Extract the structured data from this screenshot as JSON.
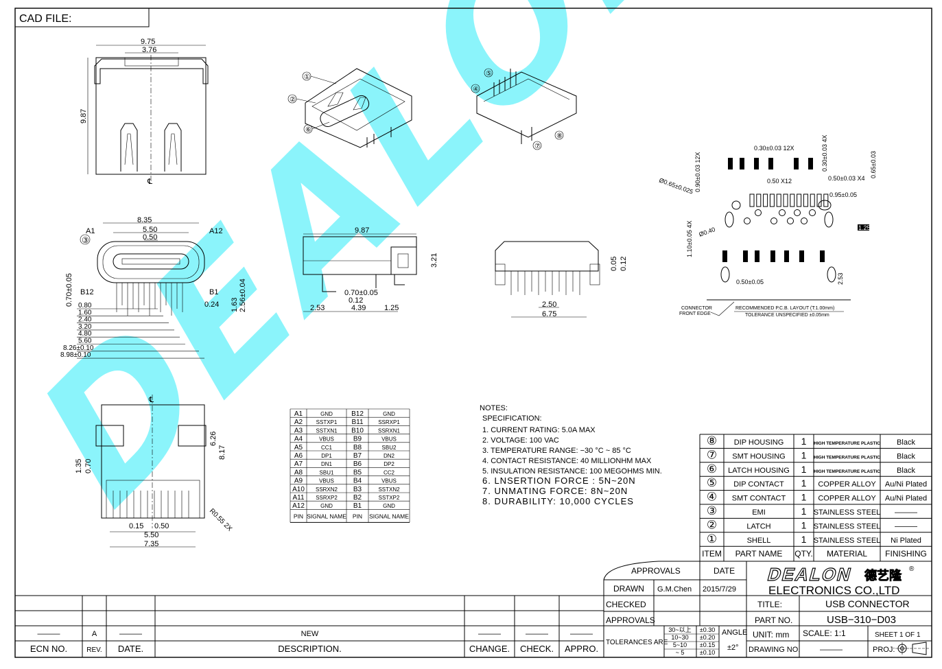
{
  "cad_file_label": "CAD FILE:",
  "watermark": {
    "text": "DEALON",
    "color": "#00e8f8"
  },
  "top_view": {
    "dims": [
      "9.75",
      "3.76",
      "9.87",
      "℄"
    ]
  },
  "iso_view_1": {
    "callouts": [
      "①",
      "②",
      "⑥"
    ]
  },
  "iso_view_2": {
    "callouts": [
      "⑤",
      "④",
      "⑦",
      "⑧"
    ]
  },
  "front_view": {
    "dims": [
      "8.35",
      "A1",
      "A12",
      "5.50",
      "0.50",
      "③",
      "B12",
      "B1",
      "0.70±0.05",
      "0.24",
      "1.63",
      "2.56±0.04"
    ],
    "stacked_dims": [
      "0.80",
      "1.60",
      "2.40",
      "3.20",
      "4.80",
      "5.60",
      "8.26±0.10",
      "8.98±0.10"
    ]
  },
  "side_view": {
    "dims": [
      "9.87",
      "3.21",
      "0.70±0.05",
      "0.12",
      "2.53",
      "4.39",
      "1.25"
    ]
  },
  "rear_view": {
    "dims": [
      "0.05",
      "0.12",
      "2.50",
      "6.75"
    ]
  },
  "bottom_view": {
    "dims": [
      "℄",
      "6.26",
      "8.17",
      "1.35",
      "0.70",
      "0.15",
      "0.50",
      "5.50",
      "7.35",
      "R0.55 2X"
    ]
  },
  "pcb_layout": {
    "dims": [
      "0.30±0.03 12X",
      "0.90±0.03 12X",
      "0.30±0.03 4X",
      "0.65±0.03",
      "0.50±0.03 X4",
      "0.95±0.05",
      "Ø0.65±0.025",
      "Ø0.40",
      "1.10±0.05 4X",
      "0.50±0.05",
      "2.53",
      "0.50 X12",
      "1.25"
    ],
    "connector_edge": [
      "CONNECTOR",
      "FRONT EDGE"
    ],
    "caption": "RECOMMENDED   P.C.B.  LAYOUT  (T:1.00mm)",
    "tolerance": "TOLERANCE  UNSPECIFIED  ±0.05mm"
  },
  "pin_table": {
    "rows": [
      [
        "A1",
        "GND",
        "B12",
        "GND"
      ],
      [
        "A2",
        "SSTXP1",
        "B11",
        "SSRXP1"
      ],
      [
        "A3",
        "SSTXN1",
        "B10",
        "SSRXN1"
      ],
      [
        "A4",
        "VBUS",
        "B9",
        "VBUS"
      ],
      [
        "A5",
        "CC1",
        "B8",
        "SBU2"
      ],
      [
        "A6",
        "DP1",
        "B7",
        "DN2"
      ],
      [
        "A7",
        "DN1",
        "B6",
        "DP2"
      ],
      [
        "A8",
        "SBU1",
        "B5",
        "CC2"
      ],
      [
        "A9",
        "VBUS",
        "B4",
        "VBUS"
      ],
      [
        "A10",
        "SSRXN2",
        "B3",
        "SSTXN2"
      ],
      [
        "A11",
        "SSRXP2",
        "B2",
        "SSTXP2"
      ],
      [
        "A12",
        "GND",
        "B1",
        "GND"
      ]
    ],
    "header": [
      "PIN",
      "SIGNAL NAME",
      "PIN",
      "SIGNAL NAME"
    ]
  },
  "notes": {
    "title": "NOTES:",
    "subtitle": "SPECIFICATION:",
    "items": [
      "1. CURRENT RATING: 5.0A MAX",
      "2. VOLTAGE: 100 VAC",
      "3. TEMPERATURE RANGE: −30 °C ~ 85 °C",
      "4. CONTACT RESISTANCE: 40 MILLIONHM MAX",
      "5. INSULATION RESISTANCE: 100 MEGOHMS MIN.",
      "6. LNSERTION FORCE : 5N~20N",
      "7. UNMATING FORCE: 8N~20N",
      "8. DURABILITY:   10,000 CYCLES"
    ]
  },
  "bom": {
    "rows": [
      [
        "⑧",
        "DIP HOUSING",
        "1",
        "HIGH TEMPERATURE PLASTIC",
        "Black"
      ],
      [
        "⑦",
        "SMT HOUSING",
        "1",
        "HIGH TEMPERATURE PLASTIC",
        "Black"
      ],
      [
        "⑥",
        "LATCH HOUSING",
        "1",
        "HIGH TEMPERATURE PLASTIC",
        "Black"
      ],
      [
        "⑤",
        "DIP CONTACT",
        "1",
        "COPPER ALLOY",
        "Au/Ni Plated"
      ],
      [
        "④",
        "SMT CONTACT",
        "1",
        "COPPER ALLOY",
        "Au/Ni Plated"
      ],
      [
        "③",
        "EMI",
        "1",
        "STAINLESS STEEL",
        "———"
      ],
      [
        "②",
        "LATCH",
        "1",
        "STAINLESS STEEL",
        "———"
      ],
      [
        "①",
        "SHELL",
        "1",
        "STAINLESS STEEL",
        "Ni Plated"
      ]
    ],
    "header": [
      "ITEM",
      "PART NAME",
      "QTY.",
      "MATERIAL",
      "FINISHING"
    ]
  },
  "title_block": {
    "approvals_header": "APPROVALS",
    "date_header": "DATE",
    "drawn_label": "DRAWN",
    "drawn_by": "G.M.Chen",
    "drawn_date": "2015/7/29",
    "checked_label": "CHECKED",
    "approvals_label": "APPROVALS",
    "company_logo": "DEALON德艺隆®",
    "company_name": "ELECTRONICS  CO.,LTD",
    "title_label": "TITLE:",
    "title_value": "USB  CONNECTOR",
    "part_no_label": "PART  NO.",
    "part_no_value": "USB−310−D03",
    "tolerances_label": "TOLERANCES ARE",
    "tolerance_ranges": [
      "30~以上",
      "10~30",
      "5~10",
      "~ 5"
    ],
    "tolerance_values": [
      "±0.30",
      "±0.20",
      "±0.15",
      "±0.10"
    ],
    "angle_label": "ANGLE",
    "angle_value": "±2°",
    "unit": "UNIT:  mm",
    "scale": "SCALE:   1:1",
    "sheet": "SHEET   1  OF  1",
    "drawing_no_label": "DRAWING  NO.",
    "drawing_no_value": "———",
    "proj_label": "PROJ:"
  },
  "revision_block": {
    "row": [
      "———",
      "A",
      "———",
      "NEW",
      "———",
      "———",
      "———"
    ],
    "header": [
      "ECN  NO.",
      "REV.",
      "DATE.",
      "DESCRIPTION.",
      "CHANGE.",
      "CHECK.",
      "APPRO."
    ]
  }
}
